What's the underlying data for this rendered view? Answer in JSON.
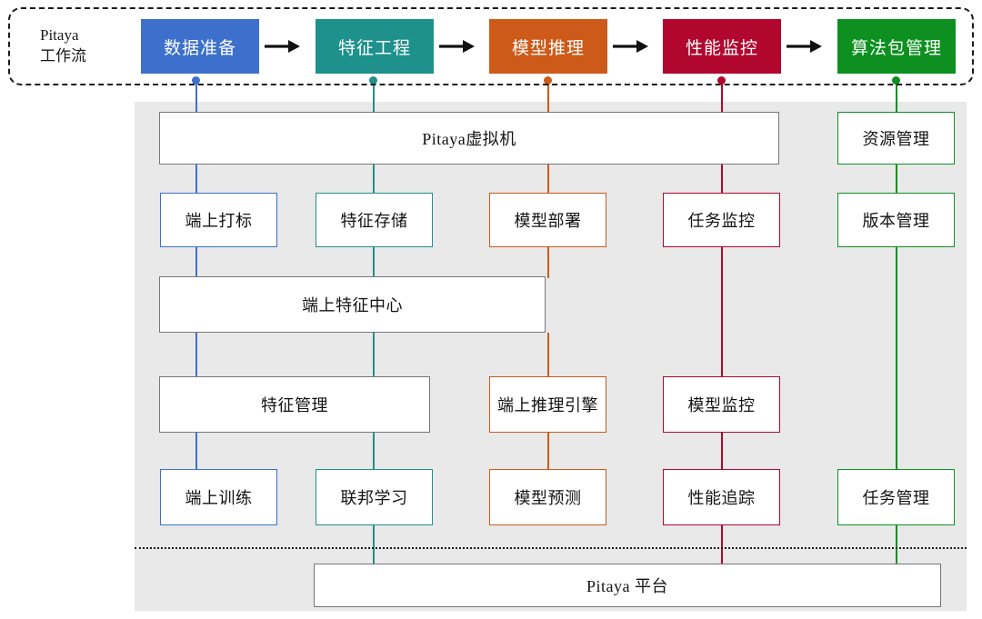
{
  "workflow": {
    "title": "Pitaya\n工作流",
    "arrow_glyph": "→",
    "stages": [
      {
        "label": "数据准备",
        "color": "#3d70cc"
      },
      {
        "label": "特征工程",
        "color": "#1e918c"
      },
      {
        "label": "模型推理",
        "color": "#cd5a19"
      },
      {
        "label": "性能监控",
        "color": "#b1072e"
      },
      {
        "label": "算法包管理",
        "color": "#0d9020"
      }
    ]
  },
  "colors": {
    "blue": "#3d70cc",
    "teal": "#1e918c",
    "orange": "#cd5a19",
    "crimson": "#b1072e",
    "green": "#0d9020",
    "gray_border": "#777777",
    "panel_bg": "#e9e9e9",
    "text": "#131313"
  },
  "panel": {
    "rows": {
      "vm": {
        "label": "Pitaya虚拟机"
      },
      "feature_center": {
        "label": "端上特征中心"
      },
      "feature_mgmt": {
        "label": "特征管理"
      },
      "platform": {
        "label": "Pitaya 平台"
      }
    },
    "columns": [
      {
        "key": "data-prep",
        "color": "#3d70cc",
        "boxes": [
          {
            "label": "端上打标",
            "row": "r2"
          },
          {
            "label": "端上训练",
            "row": "r5"
          }
        ]
      },
      {
        "key": "feature-eng",
        "color": "#1e918c",
        "boxes": [
          {
            "label": "特征存储",
            "row": "r2"
          },
          {
            "label": "联邦学习",
            "row": "r5"
          }
        ]
      },
      {
        "key": "model-inference",
        "color": "#cd5a19",
        "boxes": [
          {
            "label": "模型部署",
            "row": "r2"
          },
          {
            "label": "端上推理引擎",
            "row": "r4"
          },
          {
            "label": "模型预测",
            "row": "r5"
          }
        ]
      },
      {
        "key": "perf-monitor",
        "color": "#b1072e",
        "boxes": [
          {
            "label": "任务监控",
            "row": "r2"
          },
          {
            "label": "模型监控",
            "row": "r4"
          },
          {
            "label": "性能追踪",
            "row": "r5"
          }
        ]
      },
      {
        "key": "algo-package",
        "color": "#0d9020",
        "boxes": [
          {
            "label": "资源管理",
            "row": "r1"
          },
          {
            "label": "版本管理",
            "row": "r2"
          },
          {
            "label": "任务管理",
            "row": "r5"
          }
        ]
      }
    ]
  }
}
